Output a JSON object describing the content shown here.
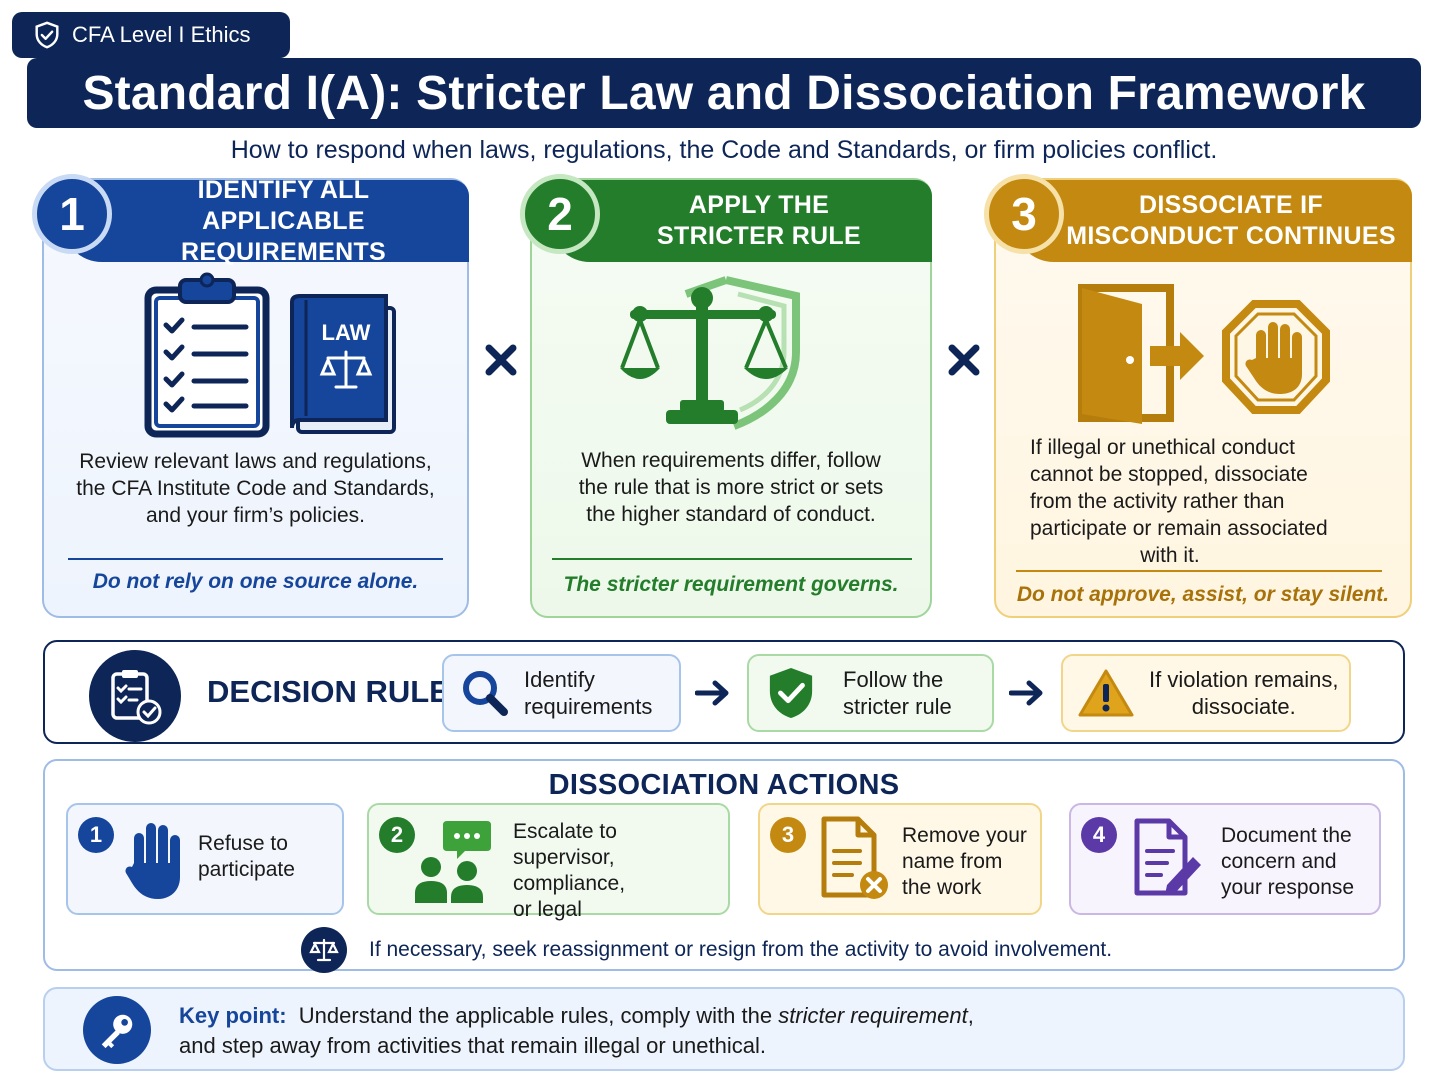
{
  "badge": {
    "label": "CFA Level I Ethics",
    "icon": "shield-check-icon"
  },
  "title": "Standard I(A): Stricter Law and Dissociation Framework",
  "subtitle": "How to respond when laws, regulations, the Code and Standards, or firm policies conflict.",
  "steps": [
    {
      "number": "1",
      "heading_line1": "IDENTIFY ALL",
      "heading_line2": "APPLICABLE REQUIREMENTS",
      "book_label": "LAW",
      "desc_lines": [
        "Review relevant laws and regulations,",
        "the CFA Institute Code and Standards,",
        "and your firm’s policies."
      ],
      "note": "Do not rely on one source alone.",
      "icons": [
        "clipboard-checklist-icon",
        "law-book-icon"
      ],
      "color": "#16459c"
    },
    {
      "number": "2",
      "heading_line1": "APPLY THE",
      "heading_line2": "STRICTER RULE",
      "desc_lines": [
        "When requirements differ, follow",
        "the rule that is more strict or sets",
        "the higher standard of conduct."
      ],
      "note": "The stricter requirement governs.",
      "icons": [
        "scales-shield-icon"
      ],
      "color": "#237d2b"
    },
    {
      "number": "3",
      "heading_line1": "DISSOCIATE IF",
      "heading_line2": "MISCONDUCT CONTINUES",
      "desc_lines": [
        "If illegal or unethical conduct",
        "cannot be stopped, dissociate",
        "from the activity rather than",
        "participate or remain associated",
        "with it."
      ],
      "note": "Do not approve, assist, or stay silent.",
      "icons": [
        "exit-door-icon",
        "stop-hand-icon"
      ],
      "color": "#c48910"
    }
  ],
  "decision_rule": {
    "title": "DECISION RULE",
    "steps": [
      {
        "line1": "Identify",
        "line2": "requirements",
        "icon": "magnifier-icon"
      },
      {
        "line1": "Follow the",
        "line2": "stricter rule",
        "icon": "shield-check-icon"
      },
      {
        "line1": "If violation remains,",
        "line2": "dissociate.",
        "icon": "warning-icon"
      }
    ]
  },
  "dissociation": {
    "title": "DISSOCIATION ACTIONS",
    "actions": [
      {
        "number": "1",
        "lines": [
          "Refuse to",
          "participate"
        ],
        "icon": "raised-hand-icon"
      },
      {
        "number": "2",
        "lines": [
          "Escalate to",
          "supervisor, compliance,",
          "or legal"
        ],
        "icon": "people-chat-icon"
      },
      {
        "number": "3",
        "lines": [
          "Remove your",
          "name from",
          "the work"
        ],
        "icon": "document-remove-icon"
      },
      {
        "number": "4",
        "lines": [
          "Document the",
          "concern and",
          "your response"
        ],
        "icon": "document-edit-icon"
      }
    ],
    "footer": "If necessary, seek reassignment or resign from the activity to avoid involvement."
  },
  "key_point": {
    "label": "Key point:",
    "line1_prefix": "Understand the applicable rules, comply with the",
    "line1_emphasis": "stricter requirement",
    "line1_suffix": ",",
    "line2": "and step away from activities that remain illegal or unethical."
  }
}
